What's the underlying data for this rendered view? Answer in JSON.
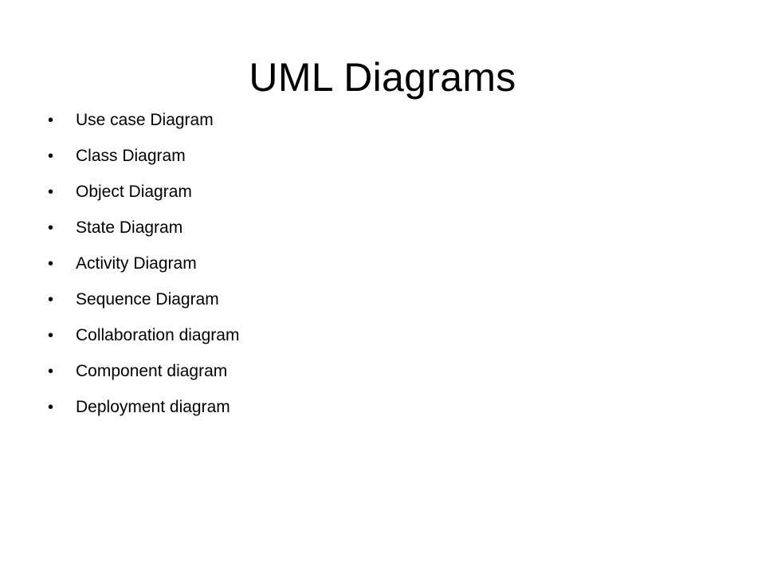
{
  "slide": {
    "title": "UML Diagrams",
    "bullet_glyph": "•",
    "items": [
      "Use case Diagram",
      "Class Diagram",
      "Object Diagram",
      "State Diagram",
      "Activity Diagram",
      "Sequence Diagram",
      "Collaboration diagram",
      "Component diagram",
      "Deployment diagram"
    ]
  }
}
